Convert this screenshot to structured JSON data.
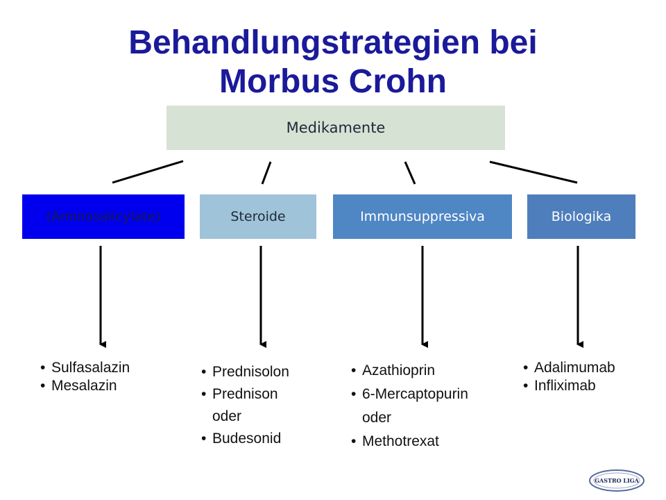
{
  "title": {
    "line1": "Behandlungstrategien bei",
    "line2": "Morbus Crohn"
  },
  "top_box": {
    "label": "Medikamente"
  },
  "categories": [
    {
      "label": "(Aminosalicylate)",
      "items": [
        "Sulfasalazin",
        "Mesalazin"
      ]
    },
    {
      "label": "Steroide",
      "items": [
        "Prednisolon",
        "Prednison",
        "oder",
        "Budesonid"
      ]
    },
    {
      "label": "Immunsuppressiva",
      "items": [
        "Azathioprin",
        "6-Mercaptopurin",
        "oder",
        "Methotrexat"
      ]
    },
    {
      "label": "Biologika",
      "items": [
        "Adalimumab",
        "Infliximab"
      ]
    }
  ],
  "logo": {
    "text": "GASTRO LIGA"
  },
  "colors": {
    "title": "#1a1a9a",
    "top_box": "#d6e2d3",
    "cat1": "#0000ee",
    "cat2": "#9fc3d9",
    "cat3": "#4f86c4",
    "cat4": "#4f7ebc"
  }
}
